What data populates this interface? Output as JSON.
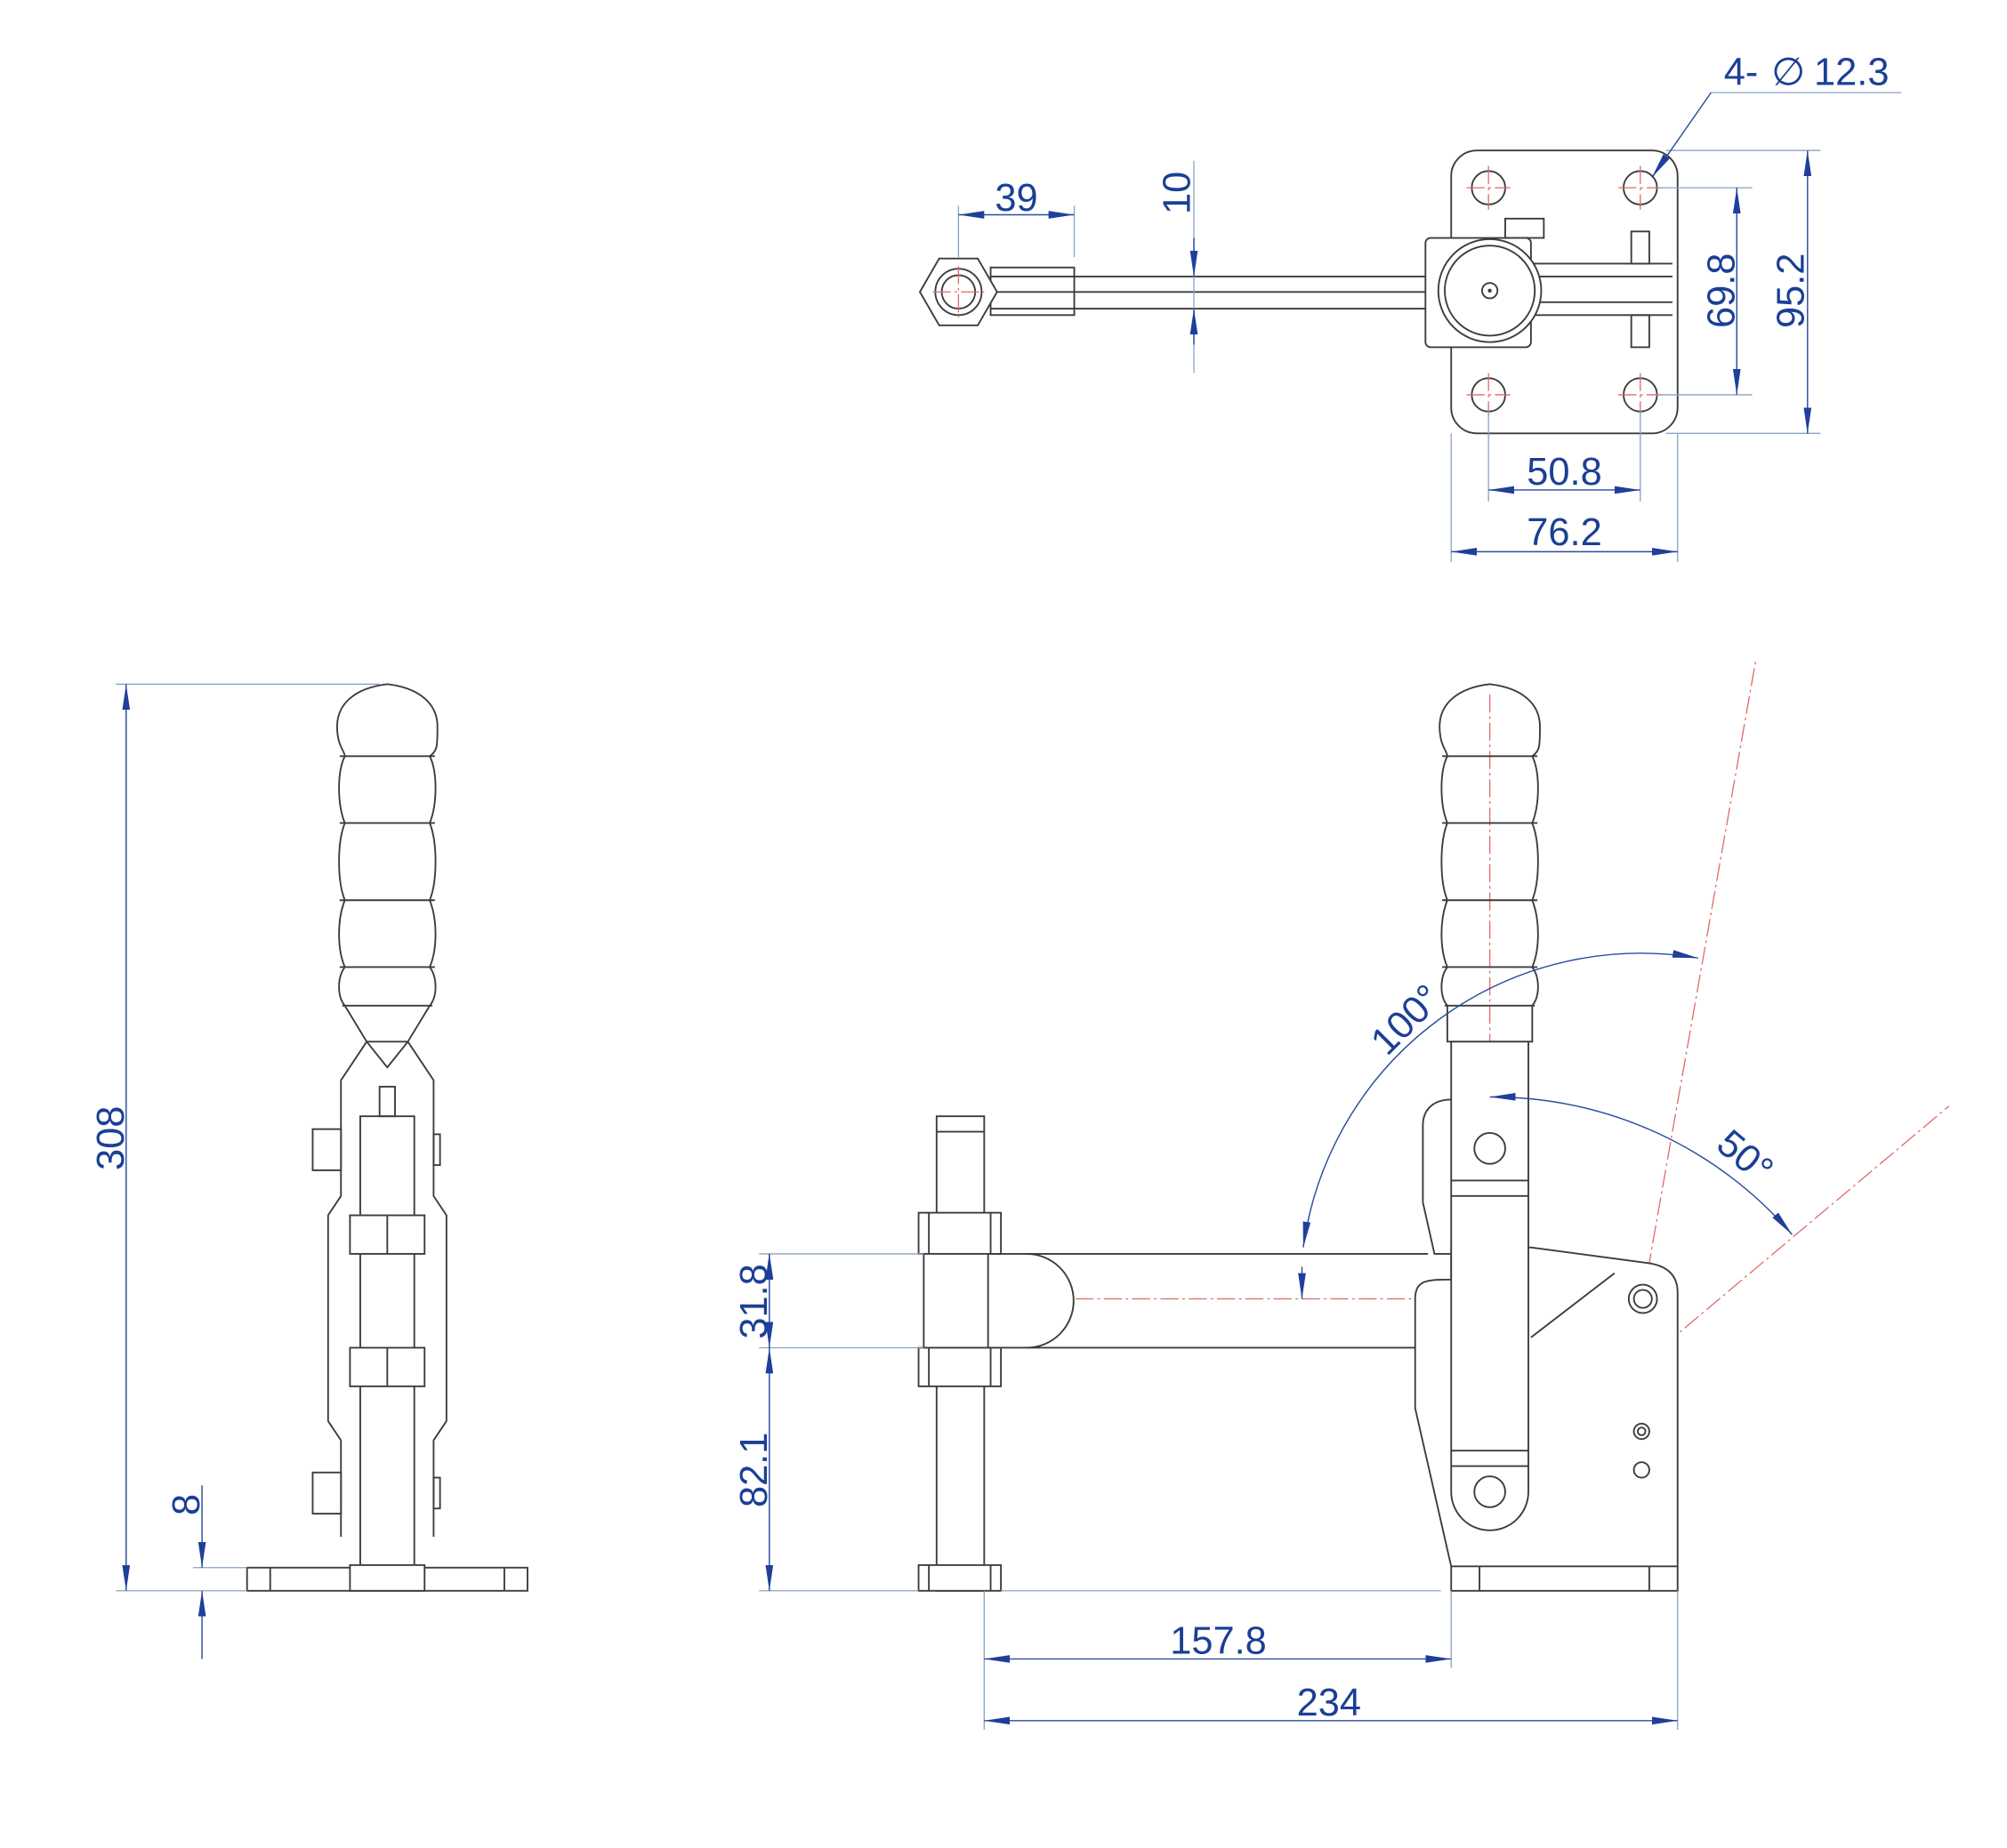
{
  "drawing": {
    "colors": {
      "line": "#3c3c3c",
      "dimension": "#1b3f95",
      "centerline": "#e06a6a"
    },
    "top_view": {
      "hole_callout_count": "4-",
      "hole_diameter_symbol": "∅",
      "hole_diameter": "12.3",
      "arm_offset": "39",
      "arm_thickness": "10",
      "hole_spacing_vertical": "69.8",
      "base_height": "95.2",
      "hole_spacing_horizontal": "50.8",
      "base_width": "76.2"
    },
    "side_view": {
      "overall_height": "308",
      "base_thickness": "8"
    },
    "front_view": {
      "arm_height": "31.8",
      "spindle_height": "82.1",
      "pivot_distance": "157.8",
      "overall_length": "234",
      "handle_open_angle": "100°",
      "arm_open_angle": "50°"
    }
  }
}
